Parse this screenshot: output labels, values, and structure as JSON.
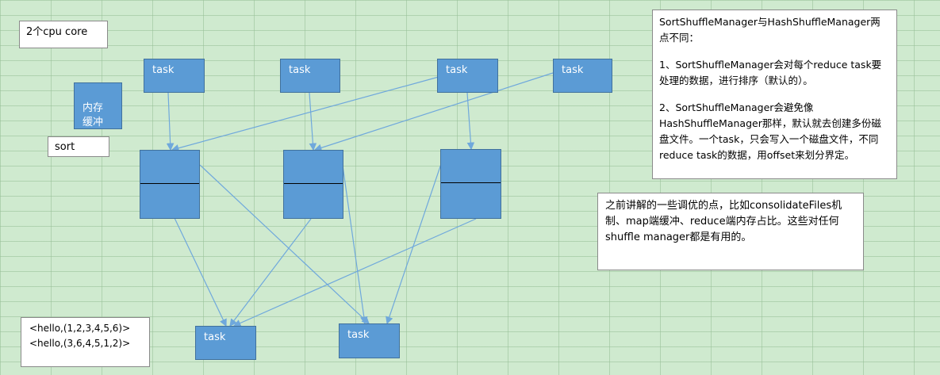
{
  "cpu_note": "2个cpu core",
  "memory_buffer_label": "内存\n缓冲",
  "sort_label": "sort",
  "tasks": {
    "map1": "task",
    "map2": "task",
    "map3": "task",
    "map4": "task",
    "reduce1": "task",
    "reduce2": "task"
  },
  "data_lines": [
    "<hello,(1,2,3,4,5,6)>",
    "<hello,(3,6,4,5,1,2)>"
  ],
  "sort_shuffle_note": {
    "title": "SortShuffleManager与HashShuffleManager两点不同：",
    "point1": "1、SortShuffleManager会对每个reduce task要处理的数据，进行排序（默认的）。",
    "point2": "2、SortShuffleManager会避免像HashShuffleManager那样，默认就去创建多份磁盘文件。一个task，只会写入一个磁盘文件，不同reduce task的数据，用offset来划分界定。"
  },
  "tuning_note": "之前讲解的一些调优的点，比如consolidateFiles机制、map端缓冲、reduce端内存占比。这些对任何shuffle manager都是有用的。",
  "colors": {
    "box_fill": "#5b9bd5",
    "box_border": "#41719c",
    "arrow": "#6fa8dc",
    "grid_bg": "#cfeacf"
  }
}
